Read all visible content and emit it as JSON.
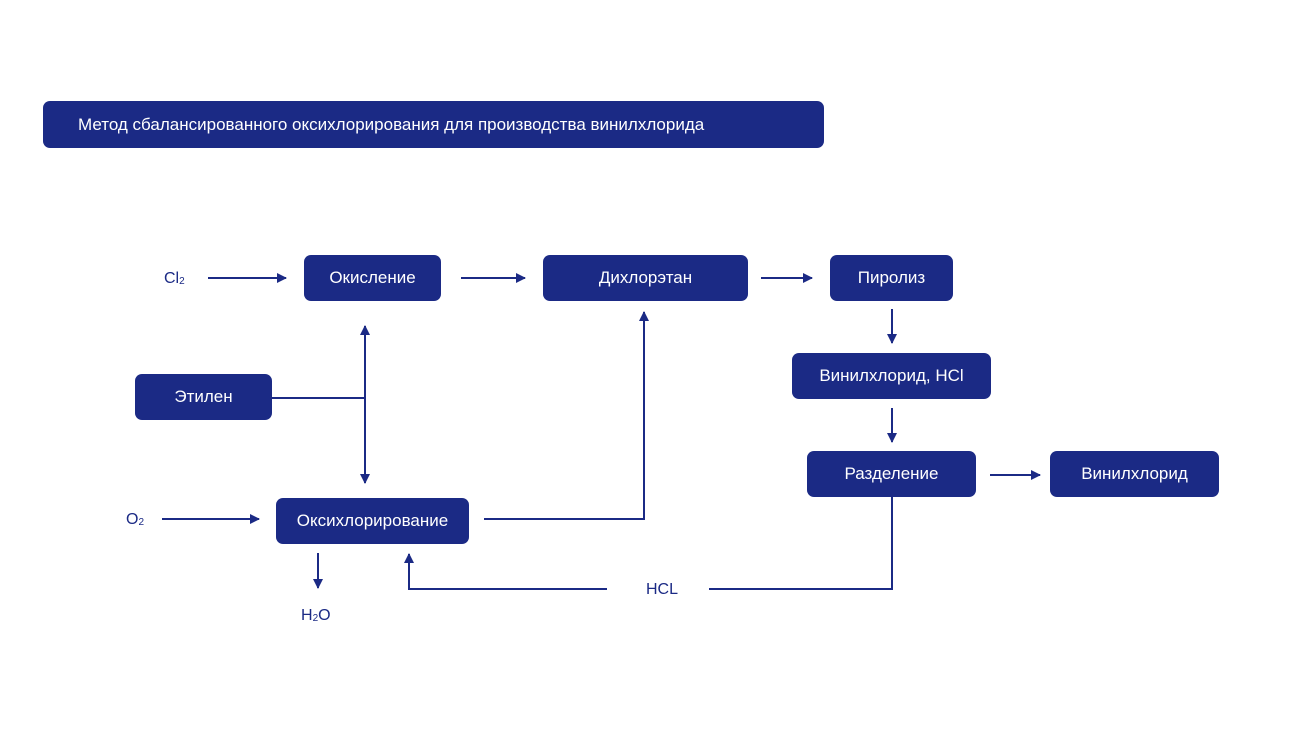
{
  "title": "Метод сбалансированного оксихлорирования для производства винилхлорида",
  "nodes": {
    "oxidation": "Окисление",
    "dichloroethane": "Дихлорэтан",
    "pyrolysis": "Пиролиз",
    "ethylene": "Этилен",
    "oxychlorination": "Оксихлорирование",
    "vc_hcl": "Винилхлорид, HCl",
    "separation": "Разделение",
    "vinyl_chloride": "Винилхлорид"
  },
  "labels": {
    "cl2": {
      "base": "Cl",
      "sub": "2"
    },
    "o2": {
      "base": "O",
      "sub": "2"
    },
    "h2o": {
      "base": "H",
      "sub": "2",
      "tail": "O"
    },
    "hcl": "HCL"
  },
  "colors": {
    "primary": "#1b2a85",
    "background": "#ffffff",
    "box_text": "#ffffff"
  }
}
